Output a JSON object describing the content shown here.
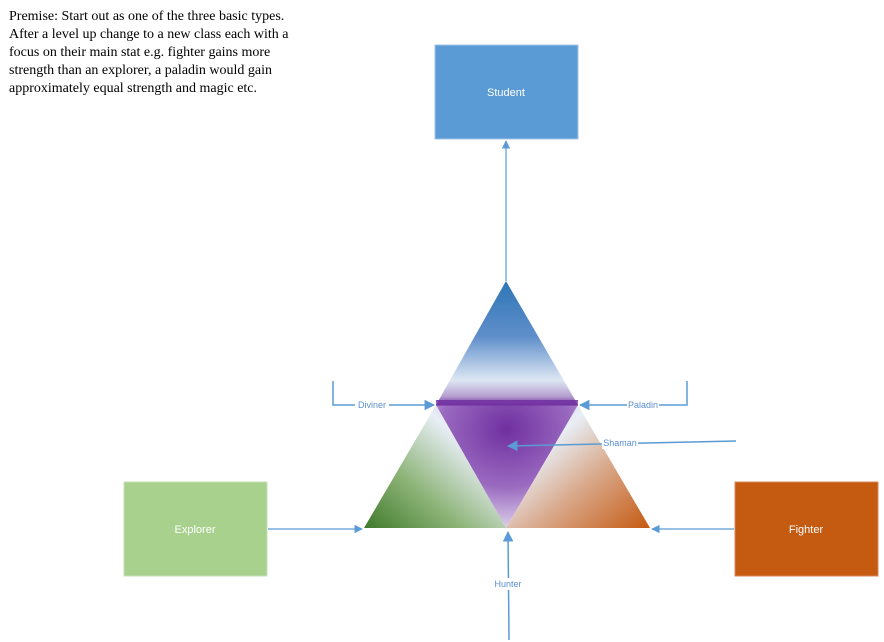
{
  "premise": {
    "lines": [
      "Premise: Start out as one of the three basic types.",
      "After a level up change to a new class each with a",
      "focus on their main stat e.g. fighter gains more",
      "strength than an explorer, a paladin would gain",
      "approximately equal strength and magic etc."
    ]
  },
  "boxes": {
    "student": {
      "label": "Student",
      "color": "#5b9bd5"
    },
    "explorer": {
      "label": "Explorer",
      "color": "#a9d18e"
    },
    "fighter": {
      "label": "Fighter",
      "color": "#c55a11"
    }
  },
  "hybrids": {
    "diviner": "Diviner",
    "paladin": "Paladin",
    "shaman": "Shaman",
    "hunter": "Hunter"
  },
  "colors": {
    "connector": "#5b9bd5",
    "magic": "#2e75b6",
    "mix": "#7030a0",
    "nature": "#548235",
    "strength": "#c55a11"
  }
}
